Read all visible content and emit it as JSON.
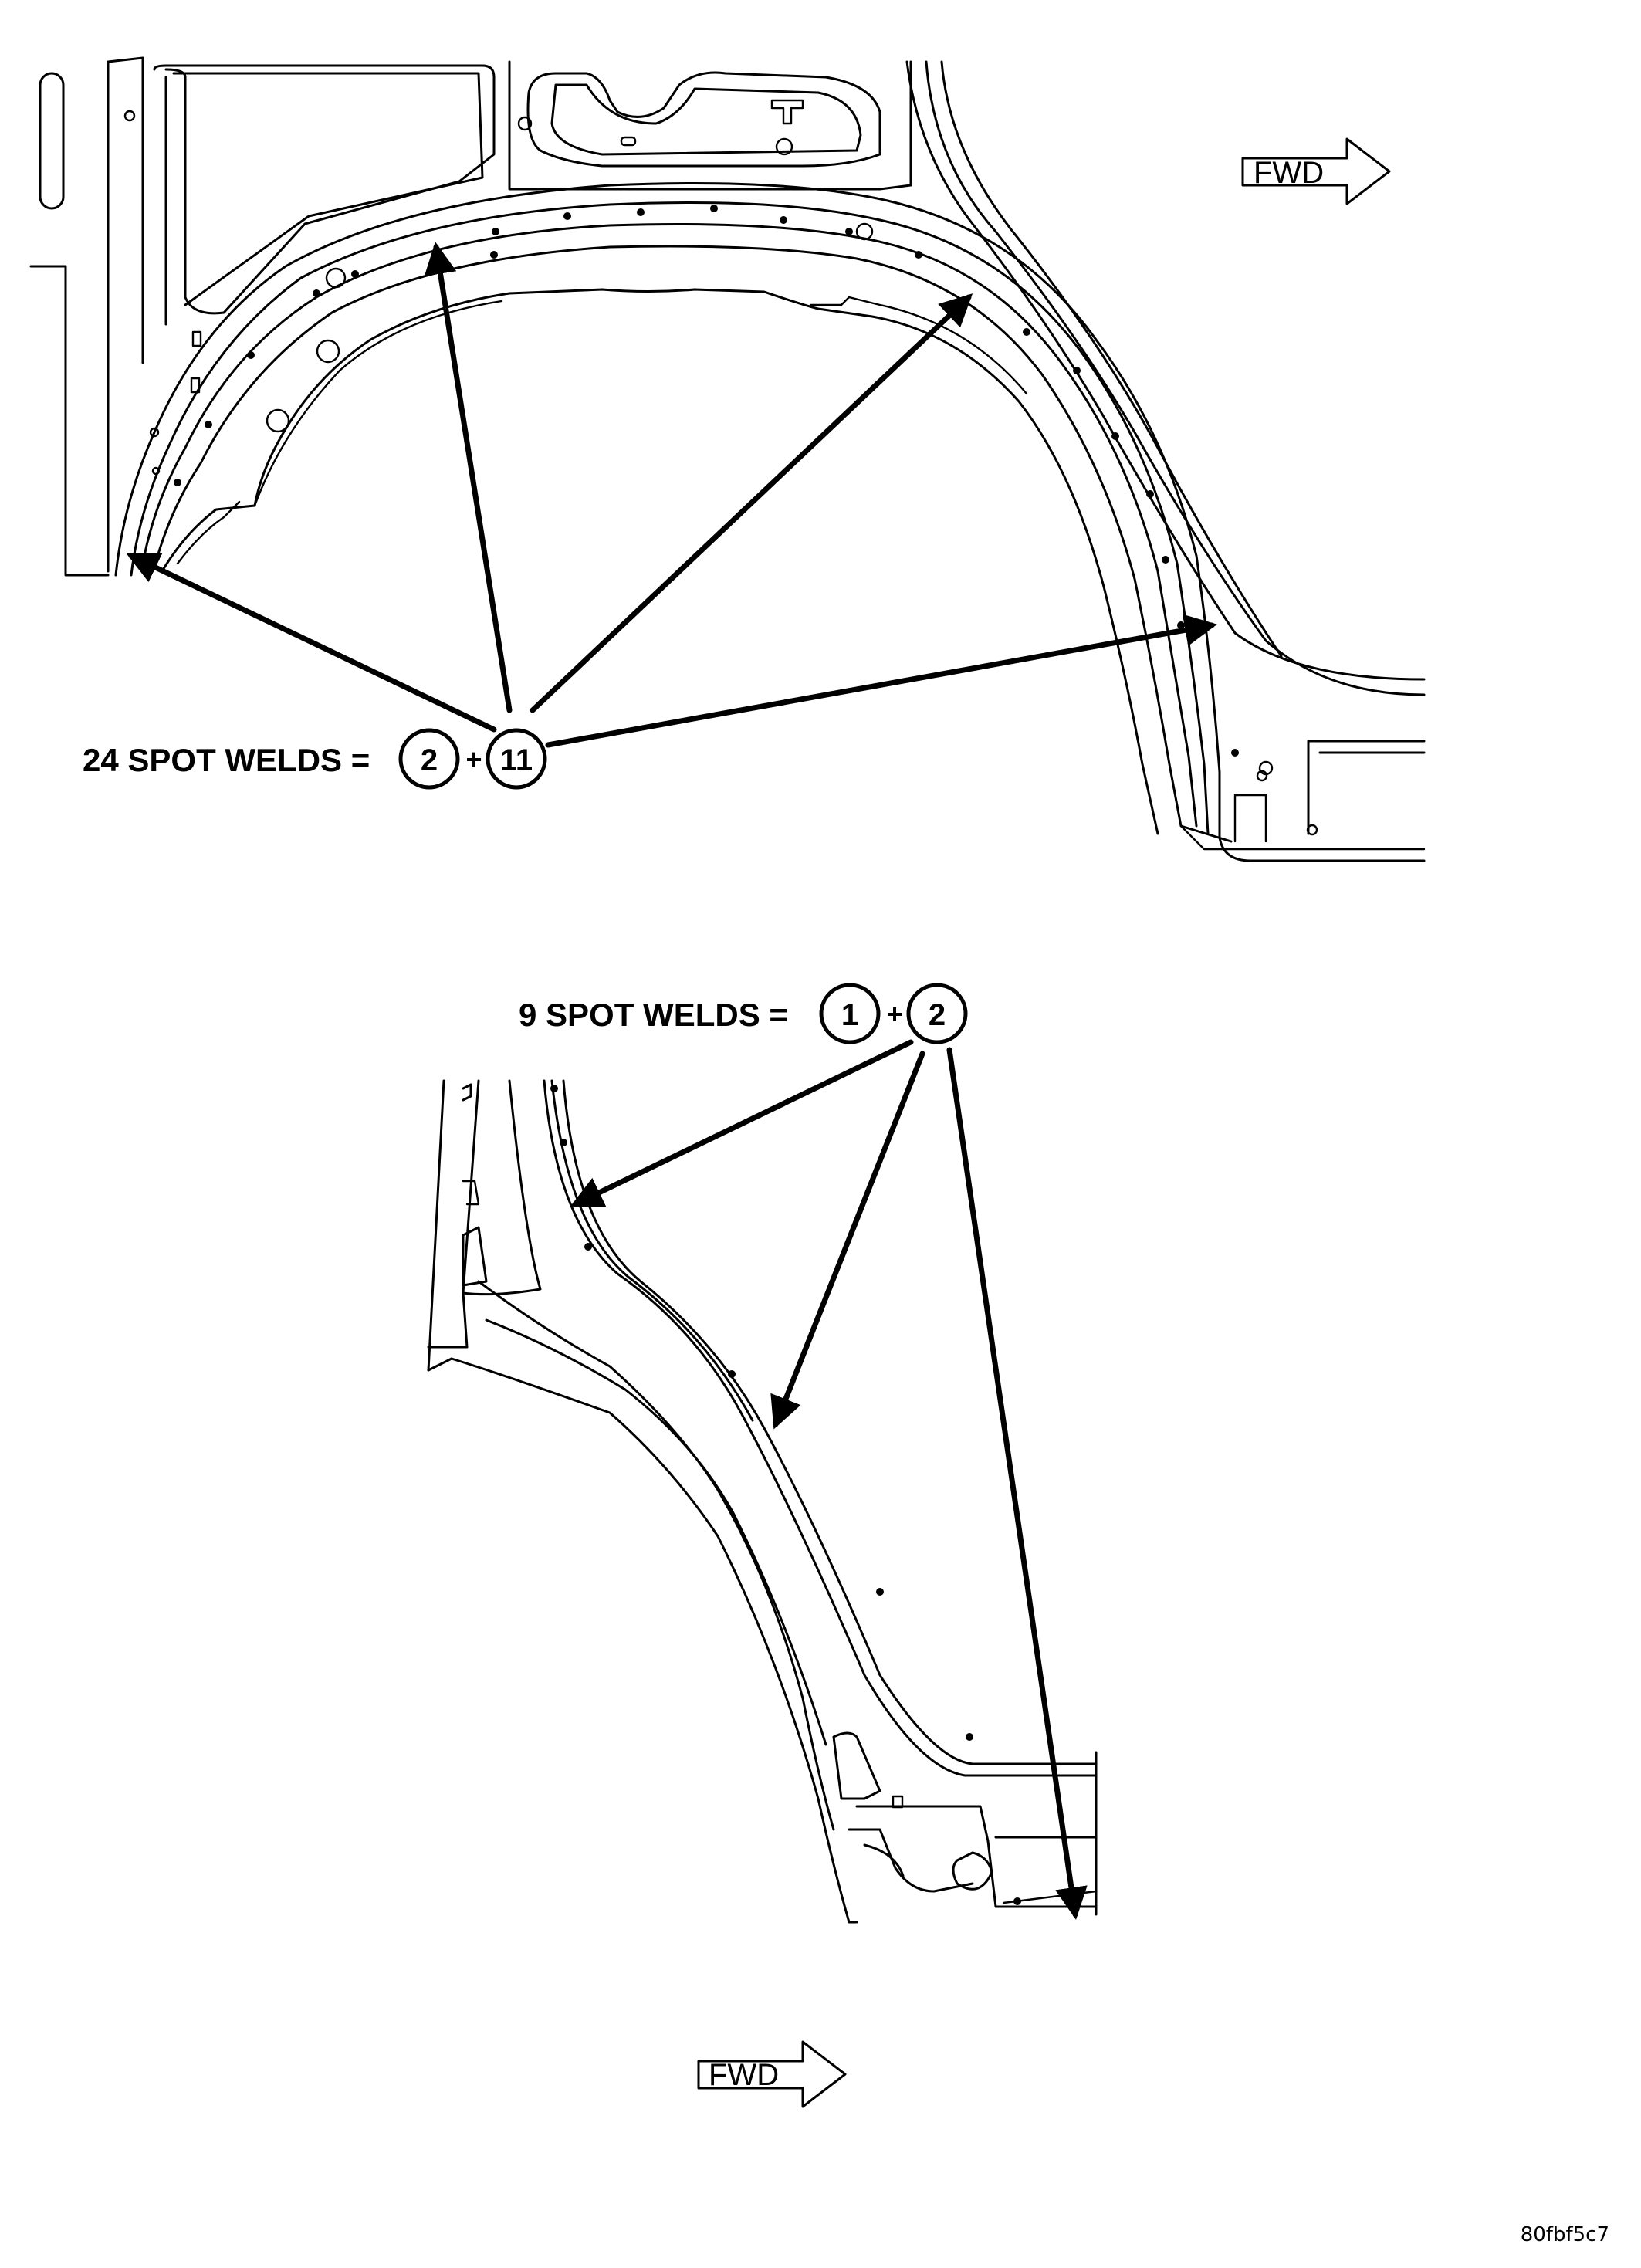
{
  "upper_view": {
    "callout_text": "24 SPOT WELDS =",
    "plus": "+",
    "items": [
      "2",
      "11"
    ]
  },
  "lower_view": {
    "callout_text": "9 SPOT WELDS =",
    "plus": "+",
    "items": [
      "1",
      "2"
    ]
  },
  "direction_labels": [
    "FWD",
    "FWD"
  ],
  "reference_code": "80fbf5c7"
}
